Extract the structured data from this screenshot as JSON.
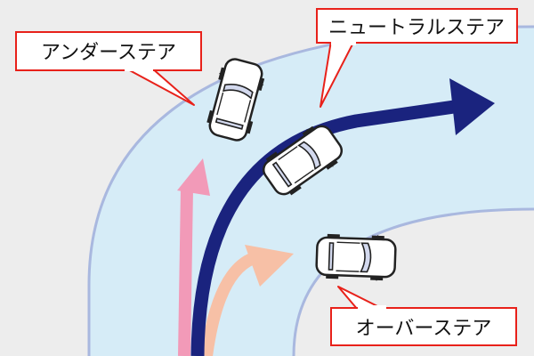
{
  "labels": {
    "understeer": "アンダーステア",
    "neutral": "ニュートラルステア",
    "oversteer": "オーバーステア"
  },
  "colors": {
    "background": "#ededed",
    "road": "#d6ecf7",
    "road_edge": "#a9b8df",
    "neutral_path": "#1a237e",
    "understeer_path": "#f29ab8",
    "oversteer_path": "#f7c0a6",
    "callout_border": "#e8211a",
    "callout_fill": "#ffffff"
  },
  "icons": [
    "car-icon",
    "arrow-icon"
  ]
}
